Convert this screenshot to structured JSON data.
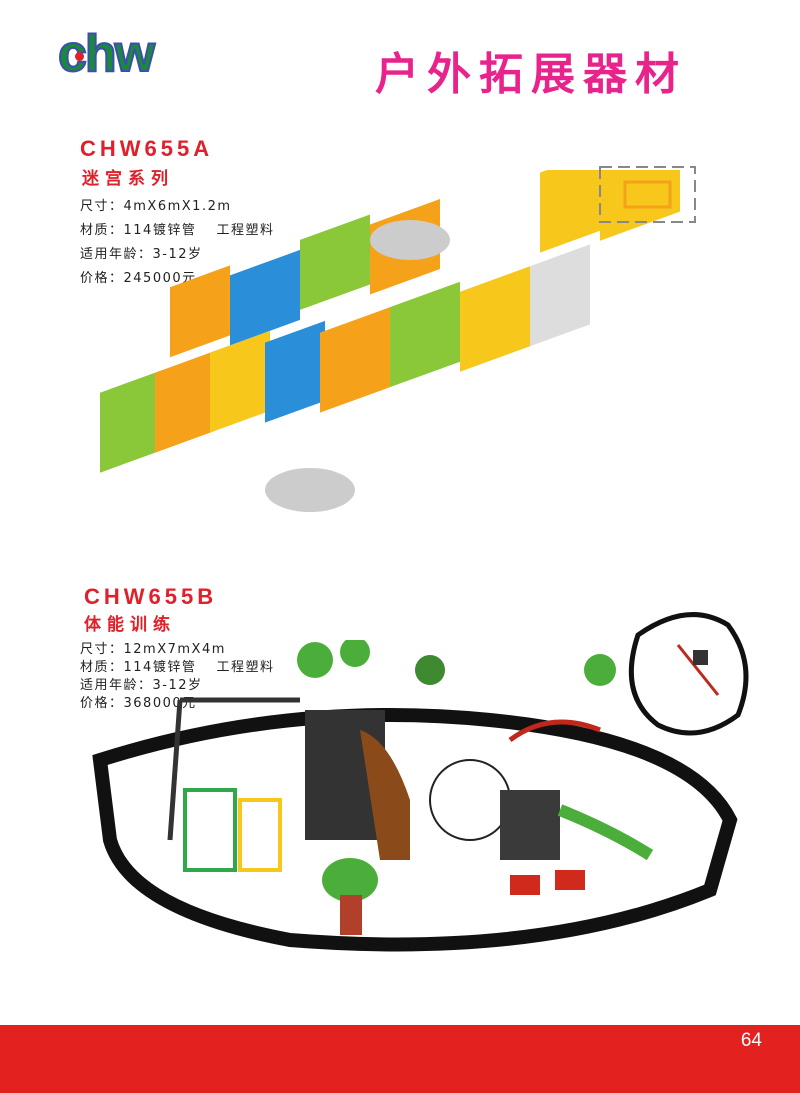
{
  "brand": {
    "logo_text": "chw"
  },
  "header": {
    "title": "户外拓展器材"
  },
  "products": [
    {
      "model": "CHW655A",
      "series": "迷宫系列",
      "size": "尺寸：4mX6mX1.2m",
      "material": "材质：114镀锌管　 工程塑料",
      "age": "适用年龄：3-12岁",
      "price": "价格：245000元"
    },
    {
      "model": "CHW655B",
      "series": "体能训练",
      "size": "尺寸：12mX7mX4m",
      "material": "材质：114镀锌管　 工程塑料",
      "age": "适用年龄：3-12岁",
      "price": "价格：368000元"
    }
  ],
  "footer": {
    "page_number": "64",
    "color": "#e3211f"
  }
}
